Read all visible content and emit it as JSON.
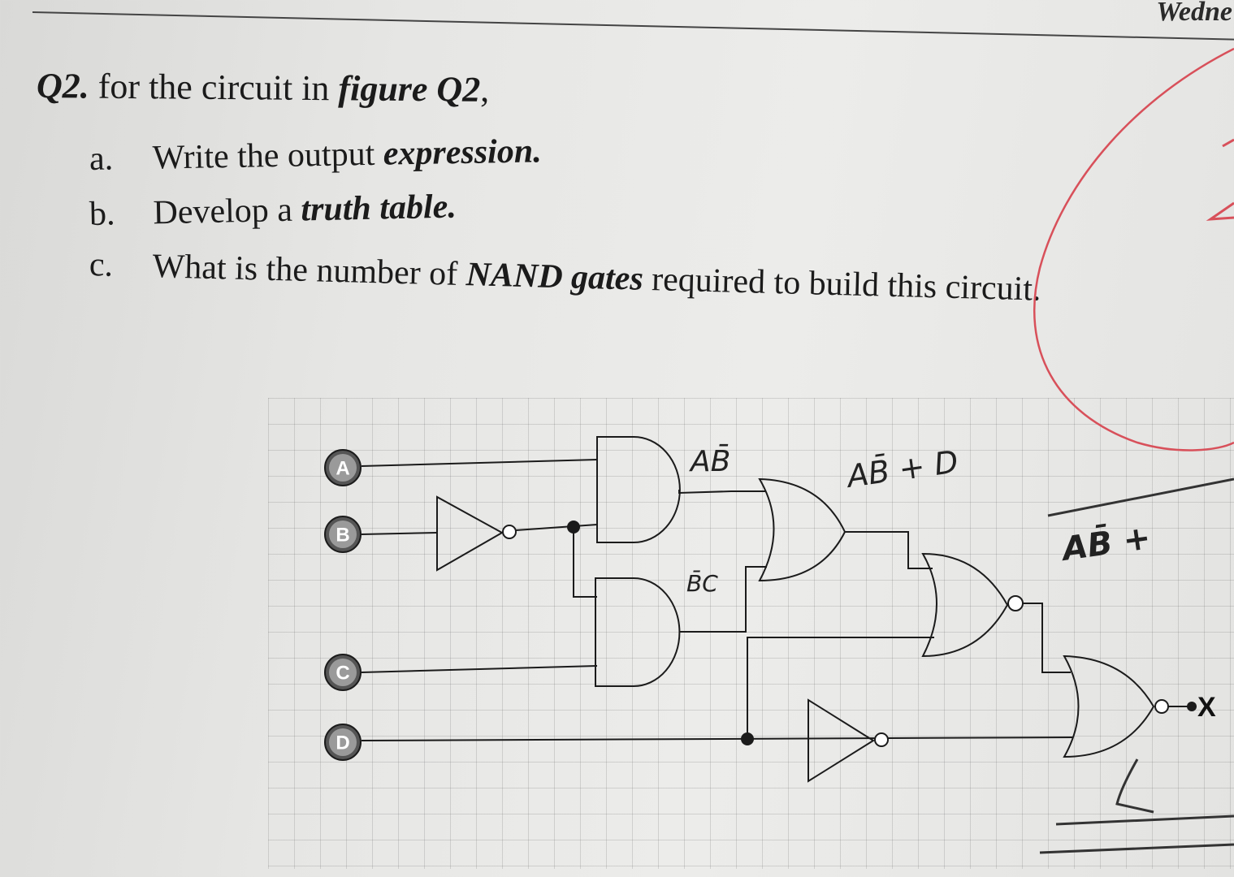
{
  "header": {
    "date_fragment": "Wedne"
  },
  "question": {
    "number": "Q2.",
    "intro": "for the circuit in",
    "figure_ref": "figure Q2",
    "intro_end": ","
  },
  "parts": {
    "a": {
      "label": "a.",
      "text": "Write the output",
      "em": "expression."
    },
    "b": {
      "label": "b.",
      "text": "Develop a",
      "em": "truth table."
    },
    "c": {
      "label": "c.",
      "text": "What is the number of",
      "em1": "NAND",
      "em2": "gates",
      "text2": "required to build this circuit."
    }
  },
  "circuit": {
    "inputs": [
      "A",
      "B",
      "C",
      "D"
    ],
    "output": "X"
  },
  "handwritten": {
    "and1_output": "AB̄",
    "and2_output": "B̄C",
    "or_output": "AB̄ + D",
    "nand_note": "AB̄ + "
  },
  "colors": {
    "ink": "#1b1b1b",
    "red_pen": "#d8505a",
    "node_fill": "#555555"
  }
}
